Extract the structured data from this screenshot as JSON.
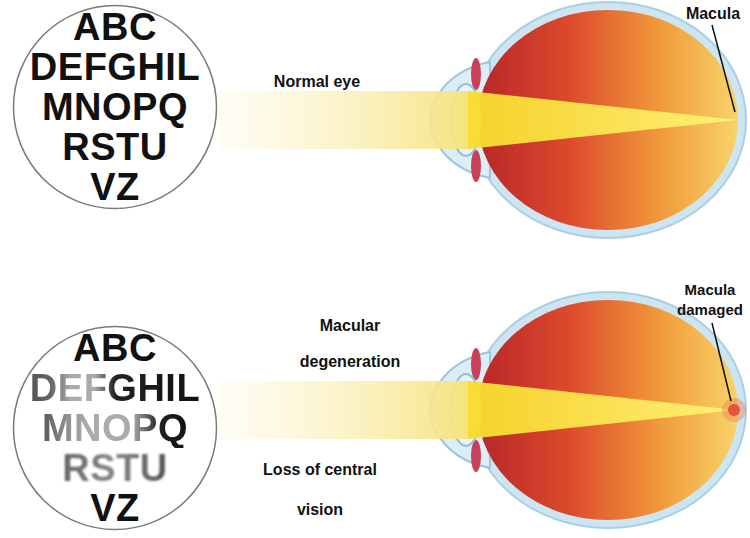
{
  "diagram": {
    "nodes": [
      {
        "text": [
          "ABC",
          "DEFGHIL",
          "MNOPQ",
          "RSTU",
          "VZ"
        ]
      },
      {
        "text": [
          "ABC",
          "DEFGHIL",
          "MNOPQ",
          "RSTU",
          "VZ"
        ]
      }
    ],
    "labels": [
      "Macula",
      "Normal eye",
      "Macular degeneration",
      "Macula damaged",
      "Loss of central vision"
    ]
  }
}
